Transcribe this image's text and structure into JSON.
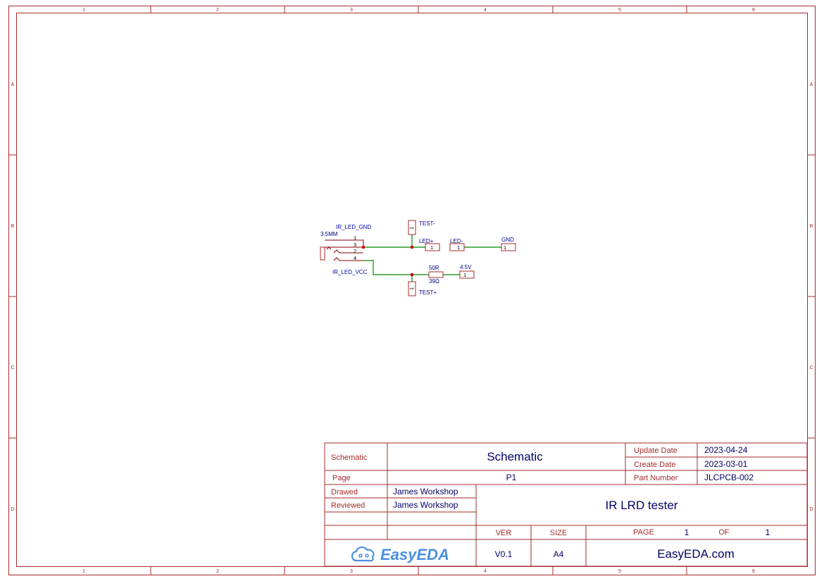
{
  "border": {
    "columns": [
      "1",
      "2",
      "3",
      "4",
      "5",
      "6"
    ],
    "rows": [
      "A",
      "B",
      "C",
      "D"
    ]
  },
  "schematic": {
    "connector": {
      "name": "3.5MM",
      "pins": [
        "1",
        "3",
        "2",
        "4"
      ]
    },
    "net_labels": {
      "ir_led_gnd": "IR_LED_GND",
      "ir_led_vcc": "IR_LED_VCC",
      "test_minus": "TEST-",
      "test_plus": "TEST+",
      "led_plus": "LED+",
      "led_minus": "LED-",
      "gnd": "GND",
      "v45": "4.5V"
    },
    "resistor": {
      "name": "50R",
      "value": "39Ω"
    },
    "pad_pin": "1"
  },
  "title_block": {
    "schematic_key": "Schematic",
    "schematic_value": "Schematic",
    "page_key": "Page",
    "page_value": "P1",
    "update_date_key": "Update Date",
    "update_date_value": "2023-04-24",
    "create_date_key": "Create Date",
    "create_date_value": "2023-03-01",
    "part_number_key": "Part Number",
    "part_number_value": "JLCPCB-002",
    "drawed_key": "Drawed",
    "drawed_value": "James Workshop",
    "reviewed_key": "Reviewed",
    "reviewed_value": "James Workshop",
    "title": "IR LRD tester",
    "ver_key": "VER",
    "ver_value": "V0.1",
    "size_key": "SIZE",
    "size_value": "A4",
    "page_num_key": "PAGE",
    "page_num_value": "1",
    "of_key": "OF",
    "of_value": "1",
    "logo": "EasyEDA",
    "website": "EasyEDA.com"
  },
  "colors": {
    "frame": "#A52A2A",
    "wire": "#008800",
    "net_label": "#0000AA",
    "logo": "#4A90E2"
  }
}
